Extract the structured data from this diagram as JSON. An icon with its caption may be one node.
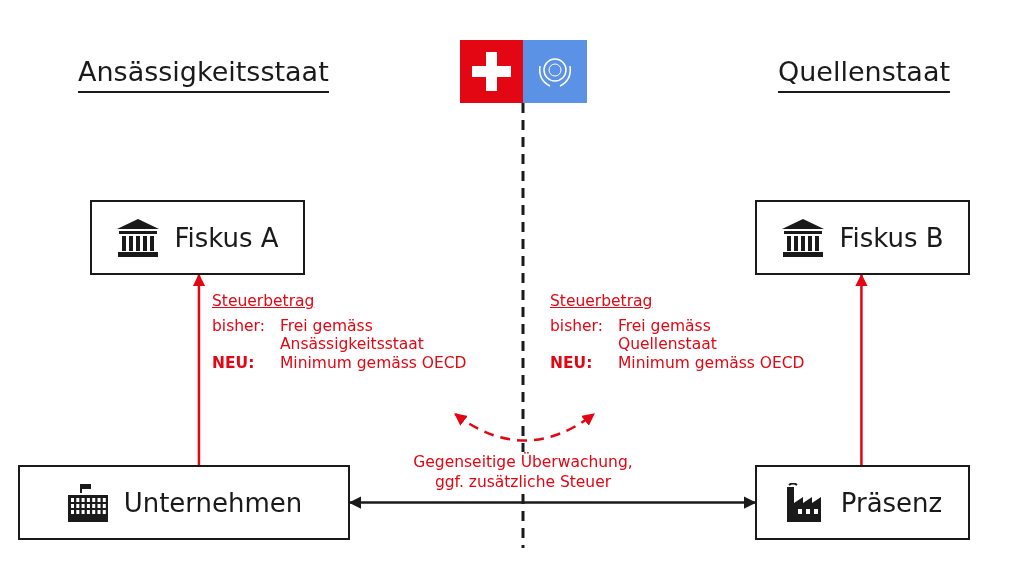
{
  "diagram": {
    "nodes": [
      {
        "text": [
          "Fiskus A"
        ]
      },
      {
        "text": [
          "Fiskus B"
        ]
      },
      {
        "text": [
          "Unternehmen"
        ]
      },
      {
        "text": [
          "Präsenz"
        ]
      },
      {
        "text": [
          "Steuerbetrag",
          "bisher:",
          "Frei gemäss Ansässigkeitsstaat",
          "NEU:",
          "Minimum gemäss OECD"
        ]
      },
      {
        "text": [
          "Steuerbetrag",
          "bisher:",
          "Frei gemäss Quellenstaat",
          "NEU:",
          "Minimum gemäss OECD"
        ]
      }
    ],
    "edges": [
      {
        "from": 2,
        "to": 0,
        "arrow": "to",
        "color": "#e30613"
      },
      {
        "from": 3,
        "to": 1,
        "arrow": "to",
        "color": "#e30613"
      },
      {
        "from": 2,
        "to": 3,
        "arrow": "both",
        "label": "Gegenseitige Überwachung, ggf. zusätzliche Steuer",
        "color": "#1a1a1a"
      },
      {
        "from": 4,
        "to": 5,
        "arrow": "both",
        "style": "dashed",
        "color": "#e30613"
      }
    ],
    "labels": [
      "Ansässigkeitsstaat",
      "Quellenstaat"
    ]
  }
}
